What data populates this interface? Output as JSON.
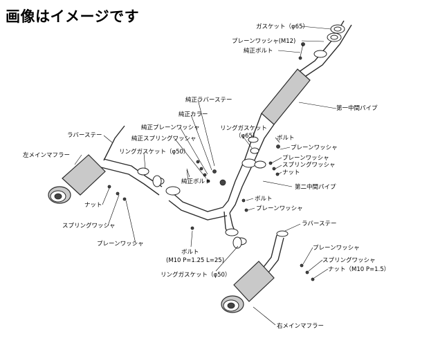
{
  "title": "画像はイメージです",
  "labels": {
    "gasket_phi65_top": "ガスケット（φ65）",
    "plain_washer_m12": "プレーンワッシャ(M12)",
    "genuine_bolt_top": "純正ボルト",
    "first_middle_pipe": "第一中間パイプ",
    "rubber_stay_genuine": "純正ラバーステー",
    "genuine_collar": "純正カラー",
    "genuine_plain_washer": "純正プレーンワッシャ",
    "genuine_spring_washer": "純正スプリングワッシャ",
    "ring_gasket_phi65": "リングガスケット",
    "ring_gasket_phi65_size": "（φ65）",
    "bolt_mid": "ボルト",
    "plain_washer_mid1": "プレーンワッシャ",
    "plain_washer_mid2": "プレーンワッシャ",
    "spring_washer_mid": "スプリングワッシャ",
    "nut_mid": "ナット",
    "rubber_stay_left": "ラバーステー",
    "left_main_muffler": "左メインマフラー",
    "ring_gasket_phi50_top": "リングガスケット（φ50）",
    "genuine_bolt_mid": "純正ボルト",
    "second_middle_pipe": "第二中間パイプ",
    "bolt_lower": "ボルト",
    "plain_washer_lower": "プレーンワッシャ",
    "nut_left": "ナット",
    "spring_washer_left": "スプリングワッシャ",
    "plain_washer_left": "プレーンワッシャ",
    "bolt_spec_name": "ボルト",
    "bolt_spec": "(M10 P=1.25 L=25)",
    "ring_gasket_phi50_bottom": "リングガスケット（φ50）",
    "rubber_stay_right": "ラバーステー",
    "plain_washer_right": "プレーンワッシャ",
    "spring_washer_right": "スプリングワッシャ",
    "nut_right": "ナット（M10 P=1.5）",
    "right_main_muffler": "右メインマフラー"
  }
}
